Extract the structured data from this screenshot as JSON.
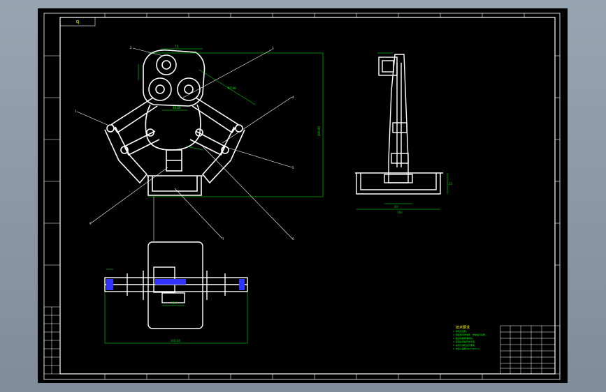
{
  "drawing": {
    "corner_tag": "q",
    "title_block_label": "",
    "notes_title": "技术要求",
    "notes": [
      "1. 零件去毛刺。",
      "2. 装配前清洗零件，去除油污杂质。",
      "3. 各运动副润滑良好。",
      "4. 装配后手指开合灵活。",
      "5. 夹持力满足设计要求。",
      "6. 未注公差按GB/T1804-m。"
    ]
  },
  "colors": {
    "outline": "#ffffff",
    "dimension": "#00ff00",
    "leader": "#ffffff",
    "section_hatch": "#3333ff",
    "highlight": "#ffff00"
  }
}
